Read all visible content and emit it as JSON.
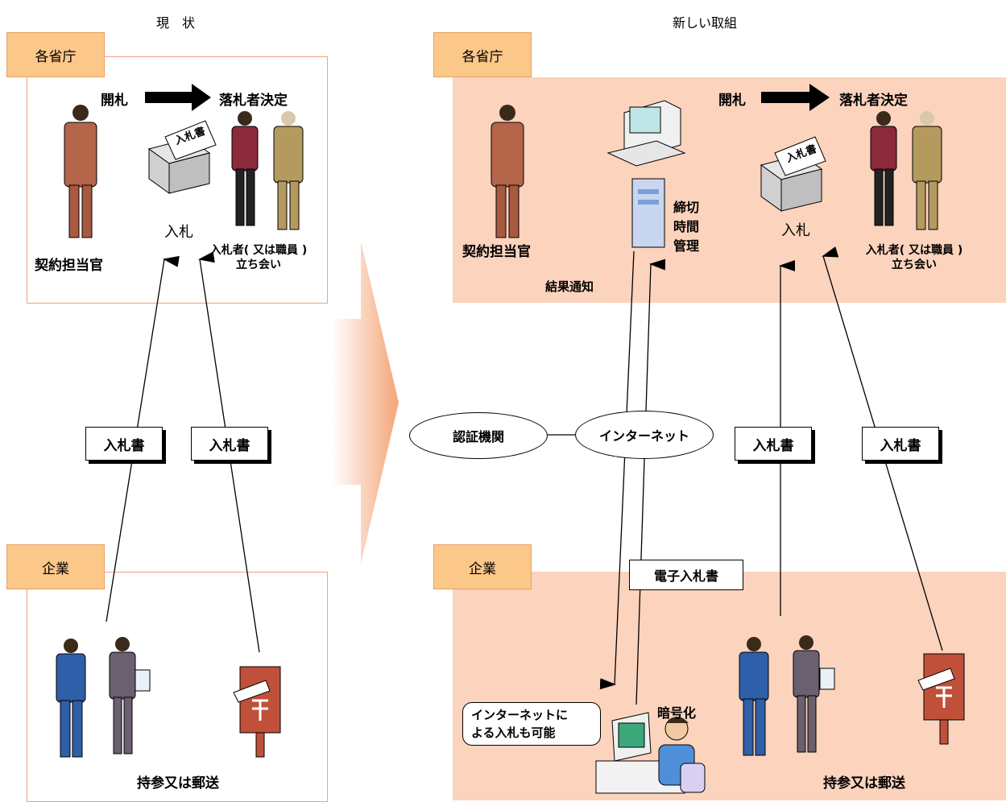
{
  "headings": {
    "current": "現　状",
    "new": "新しい取組"
  },
  "labels": {
    "ministry": "各省庁",
    "company": "企業",
    "opening": "開札",
    "winner": "落札者決定",
    "contract_officer": "契約担当官",
    "bidding": "入札",
    "bidders_line1": "入札者( 又は職員 )",
    "bidders_line2": "立ち会い",
    "bid_doc": "入札書",
    "ballot_box_text": "入札書",
    "bring_or_mail": "持参又は郵送",
    "deadline": "締切\n時間\n管理",
    "result_notice": "結果通知",
    "cert_authority": "認証機関",
    "internet": "インターネット",
    "e_bid": "電子入札書",
    "encryption": "暗号化",
    "internet_bid_note": "インターネットに\nよる入札も可能"
  },
  "colors": {
    "panel_fill": "#fcd3bd",
    "tag_fill": "#fcc88a",
    "outline": "#f0a37f",
    "arrow_gradient": "#f5a477"
  }
}
